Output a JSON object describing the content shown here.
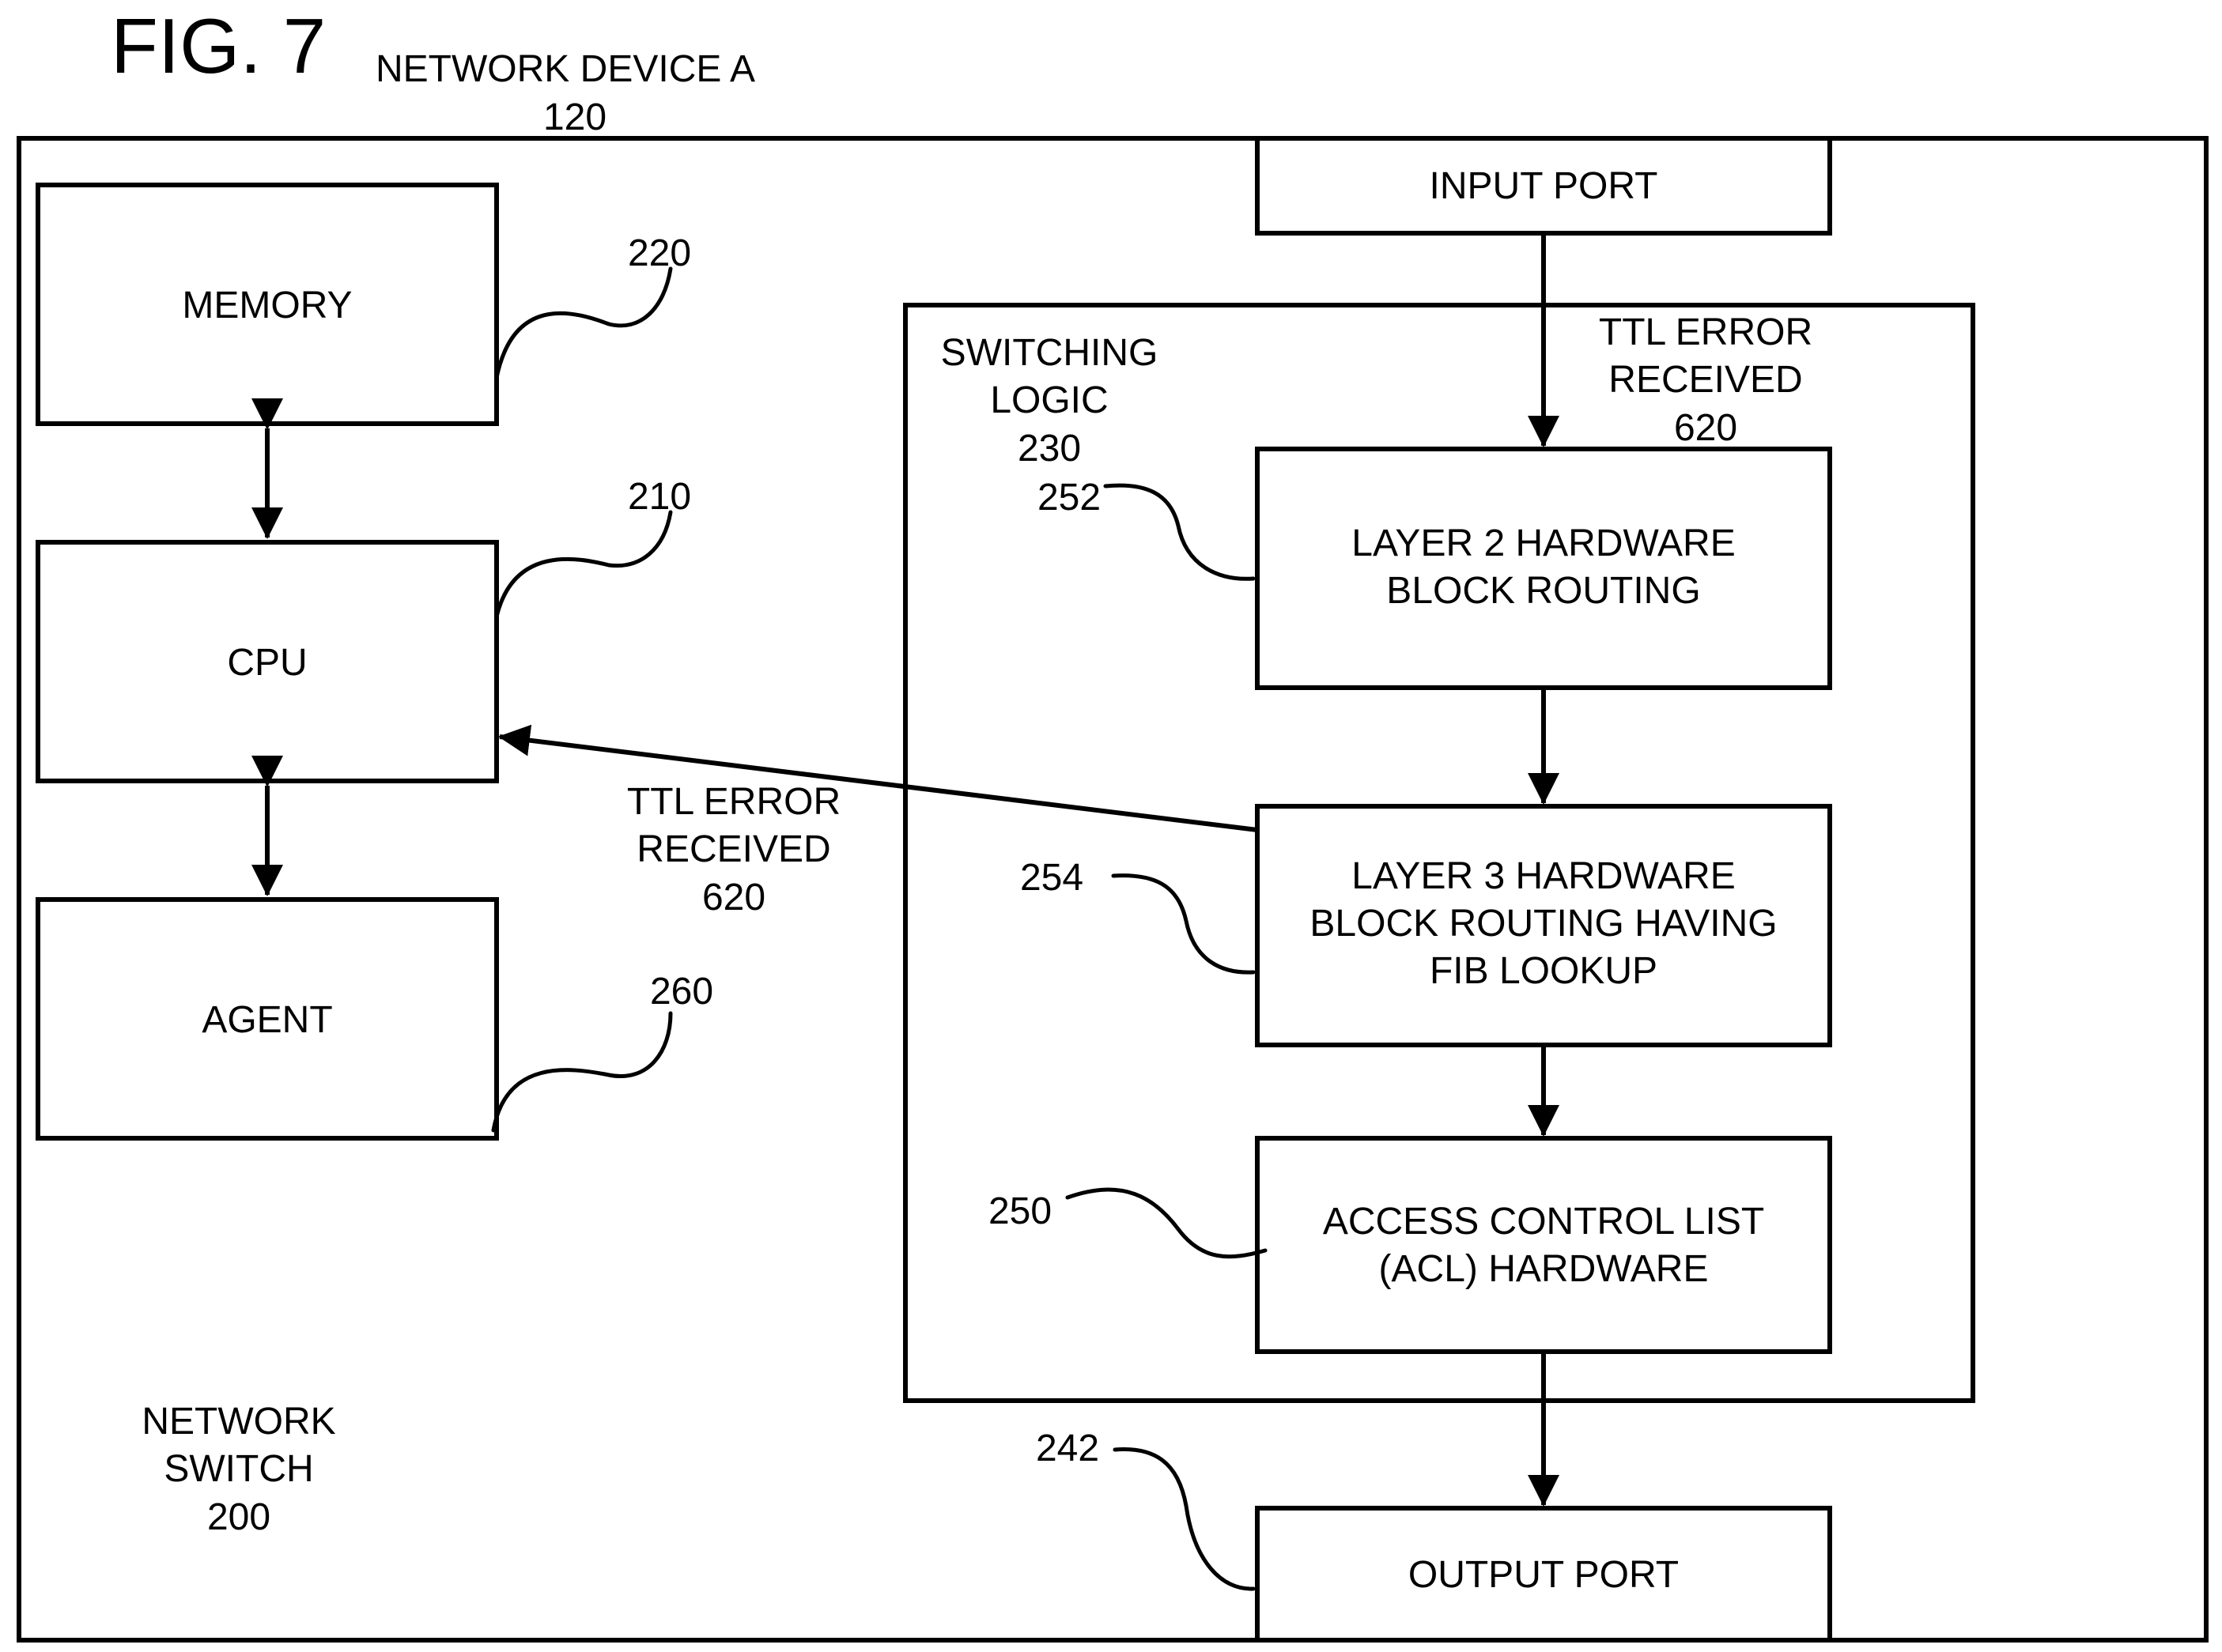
{
  "figure": {
    "title": "FIG. 7",
    "device_name": "NETWORK DEVICE A",
    "device_ref": "120"
  },
  "blocks": {
    "memory": {
      "label": "MEMORY",
      "ref": "220"
    },
    "cpu": {
      "label": "CPU",
      "ref": "210"
    },
    "agent": {
      "label": "AGENT",
      "ref": "260"
    },
    "input_port": {
      "label": "INPUT PORT"
    },
    "switching_logic": {
      "label_line1": "SWITCHING",
      "label_line2": "LOGIC",
      "ref": "230"
    },
    "layer2": {
      "label_line1": "LAYER 2 HARDWARE",
      "label_line2": "BLOCK ROUTING",
      "ref": "252"
    },
    "layer3": {
      "label_line1": "LAYER 3 HARDWARE",
      "label_line2": "BLOCK ROUTING HAVING",
      "label_line3": "FIB LOOKUP",
      "ref": "254"
    },
    "acl": {
      "label_line1": "ACCESS CONTROL LIST",
      "label_line2": "(ACL) HARDWARE",
      "ref": "250"
    },
    "output_port": {
      "label": "OUTPUT PORT",
      "ref": "242"
    },
    "network_switch": {
      "label_line1": "NETWORK",
      "label_line2": "SWITCH",
      "ref": "200"
    }
  },
  "signals": {
    "ttl_error_top": {
      "line1": "TTL ERROR",
      "line2": "RECEIVED",
      "ref": "620"
    },
    "ttl_error_cpu": {
      "line1": "TTL ERROR",
      "line2": "RECEIVED",
      "ref": "620"
    }
  }
}
